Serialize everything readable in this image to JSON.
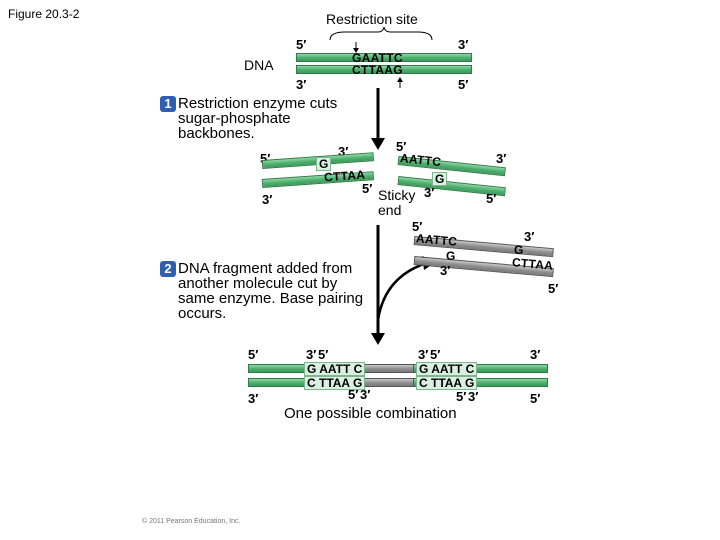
{
  "figure_label": "Figure 20.3-2",
  "restriction_site_label": "Restriction site",
  "dna_label": "DNA",
  "top_seq": {
    "upper": "GAATTC",
    "lower": "CTTAAG"
  },
  "ends": {
    "five_prime": "5′",
    "three_prime": "3′"
  },
  "step1": {
    "number": "1",
    "text": "Restriction enzyme cuts sugar-phosphate backbones."
  },
  "fragments1": {
    "left_upper": "G",
    "left_lower": "CTTAA",
    "right_upper": "AATTC",
    "right_lower": "G"
  },
  "sticky_end_label": "Sticky end",
  "fragment_other": {
    "upper": "AATTC",
    "mid": "G",
    "lower": "G",
    "lower_right": "CTTAA"
  },
  "step2": {
    "number": "2",
    "text": "DNA fragment added from another molecule cut by same enzyme. Base pairing occurs."
  },
  "combined": {
    "left_upper": "G AATT C",
    "left_lower": "C TTAA G",
    "right_upper": "G AATT C",
    "right_lower": "C TTAA G"
  },
  "combination_caption": "One possible combination",
  "copyright": "© 2011 Pearson Education, Inc.",
  "colors": {
    "strand_green": "#4cae6c",
    "strand_gray": "#8d8d8d",
    "step_badge": "#2e5fb0"
  }
}
